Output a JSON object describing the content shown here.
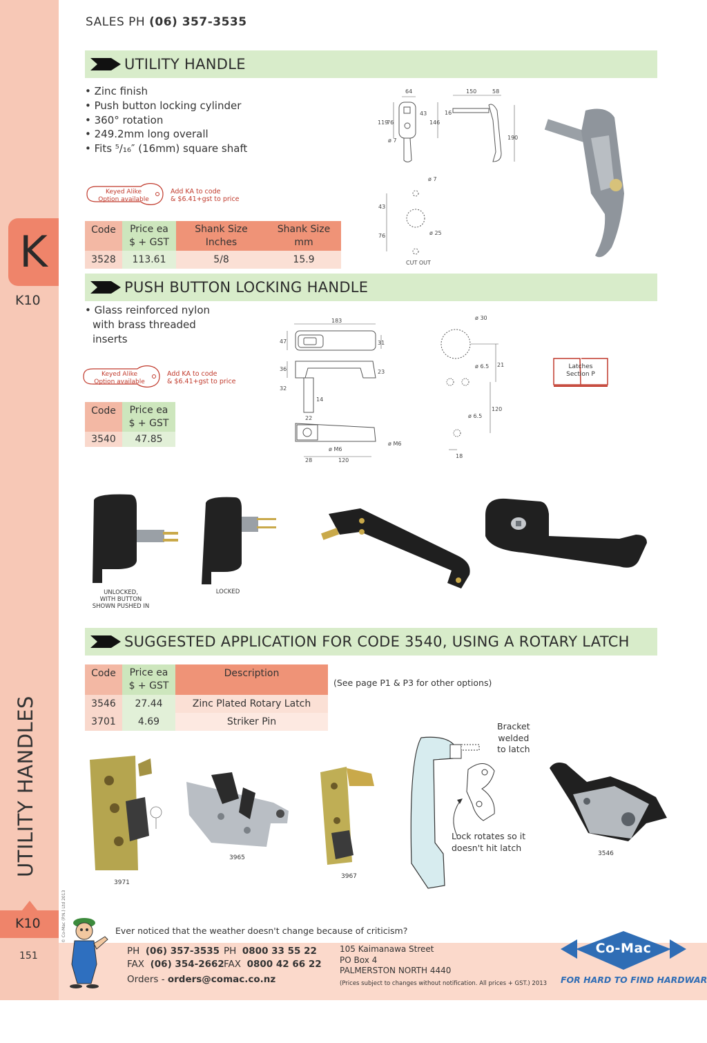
{
  "header": {
    "sales_label": "SALES  PH",
    "sales_phone": "(06) 357-3535"
  },
  "sidebar": {
    "section_letter": "K",
    "page_code": "K10",
    "title": "UTILITY HANDLES",
    "bottom_code": "K10",
    "page_number": "151",
    "copyright": "© Co-Mac (P.N.) Ltd 2013"
  },
  "colors": {
    "accent": "#ef846a",
    "sidebar": "#f7c8b6",
    "bar": "#d8ecca",
    "brand_blue": "#2f6db5"
  },
  "utility_handle": {
    "title": "UTILITY HANDLE",
    "bullets": [
      "• Zinc finish",
      "• Push button locking cylinder",
      "• 360° rotation",
      "• 249.2mm long overall",
      "• Fits ⁵/₁₆″ (16mm) square shaft"
    ],
    "keyed_label": "Keyed Alike Option available",
    "keyed_note_1": "Add KA to code",
    "keyed_note_2": "& $6.41+gst to price",
    "table": {
      "headers": [
        "Code",
        "Price ea",
        "$ + GST",
        "Shank Size",
        "Inches",
        "Shank Size",
        "mm"
      ],
      "rows": [
        [
          "3528",
          "113.61",
          "5/8",
          "15.9"
        ]
      ]
    },
    "cutout_label": "CUT OUT",
    "dims": [
      "64",
      "150",
      "58",
      "43",
      "76",
      "119",
      "146",
      "16",
      "190",
      "ø 7",
      "ø 7",
      "43",
      "76",
      "ø 25"
    ]
  },
  "push_button": {
    "title": "PUSH BUTTON LOCKING HANDLE",
    "bullets": [
      "• Glass reinforced nylon",
      "with brass threaded",
      "inserts"
    ],
    "keyed_label": "Keyed Alike Option available",
    "keyed_note_1": "Add KA to code",
    "keyed_note_2": "& $6.41+gst to price",
    "table": {
      "headers": [
        "Code",
        "Price ea",
        "$ + GST"
      ],
      "rows": [
        [
          "3540",
          "47.85"
        ]
      ]
    },
    "latches_ref": [
      "Latches",
      "Section P"
    ],
    "dims": [
      "183",
      "47",
      "31",
      "36",
      "23",
      "32",
      "14",
      "22",
      "ø M6",
      "ø M6",
      "28",
      "120",
      "ø 30",
      "ø 6.5",
      "21",
      "ø 6.5",
      "120",
      "18"
    ],
    "captions": {
      "unlocked": [
        "UNLOCKED,",
        "WITH BUTTON",
        "SHOWN PUSHED IN"
      ],
      "locked": "LOCKED"
    }
  },
  "suggested": {
    "title": "SUGGESTED APPLICATION FOR CODE 3540, USING A ROTARY LATCH",
    "table": {
      "headers": [
        "Code",
        "Price ea",
        "$ + GST",
        "Description"
      ],
      "rows": [
        [
          "3546",
          "27.44",
          "Zinc Plated Rotary Latch"
        ],
        [
          "3701",
          "4.69",
          "Striker Pin"
        ]
      ]
    },
    "see_note": "(See page P1 & P3 for other options)",
    "captions": [
      "3971",
      "3965",
      "3967",
      "3546"
    ],
    "bracket_note": [
      "Bracket",
      "welded",
      "to latch"
    ],
    "lock_note": [
      "Lock rotates so it",
      "doesn't hit latch"
    ]
  },
  "footer": {
    "quote": "Ever noticed that the weather doesn't change because of criticism?",
    "ph_label": "PH",
    "ph": "(06) 357-3535",
    "fax_label": "FAX",
    "fax": "(06) 354-2662",
    "ph2_label": "PH",
    "ph2": "0800 33 55 22",
    "fax2_label": "FAX",
    "fax2": "0800 42 66 22",
    "orders_label": "Orders - ",
    "orders_email": "orders@comac.co.nz",
    "address": [
      "105 Kaimanawa Street",
      "PO Box 4",
      "PALMERSTON NORTH 4440"
    ],
    "disclaimer": "(Prices subject to changes without notification.  All prices + GST.)  2013",
    "brand": "Co-Mac",
    "tagline": "FOR HARD TO FIND HARDWARE"
  }
}
